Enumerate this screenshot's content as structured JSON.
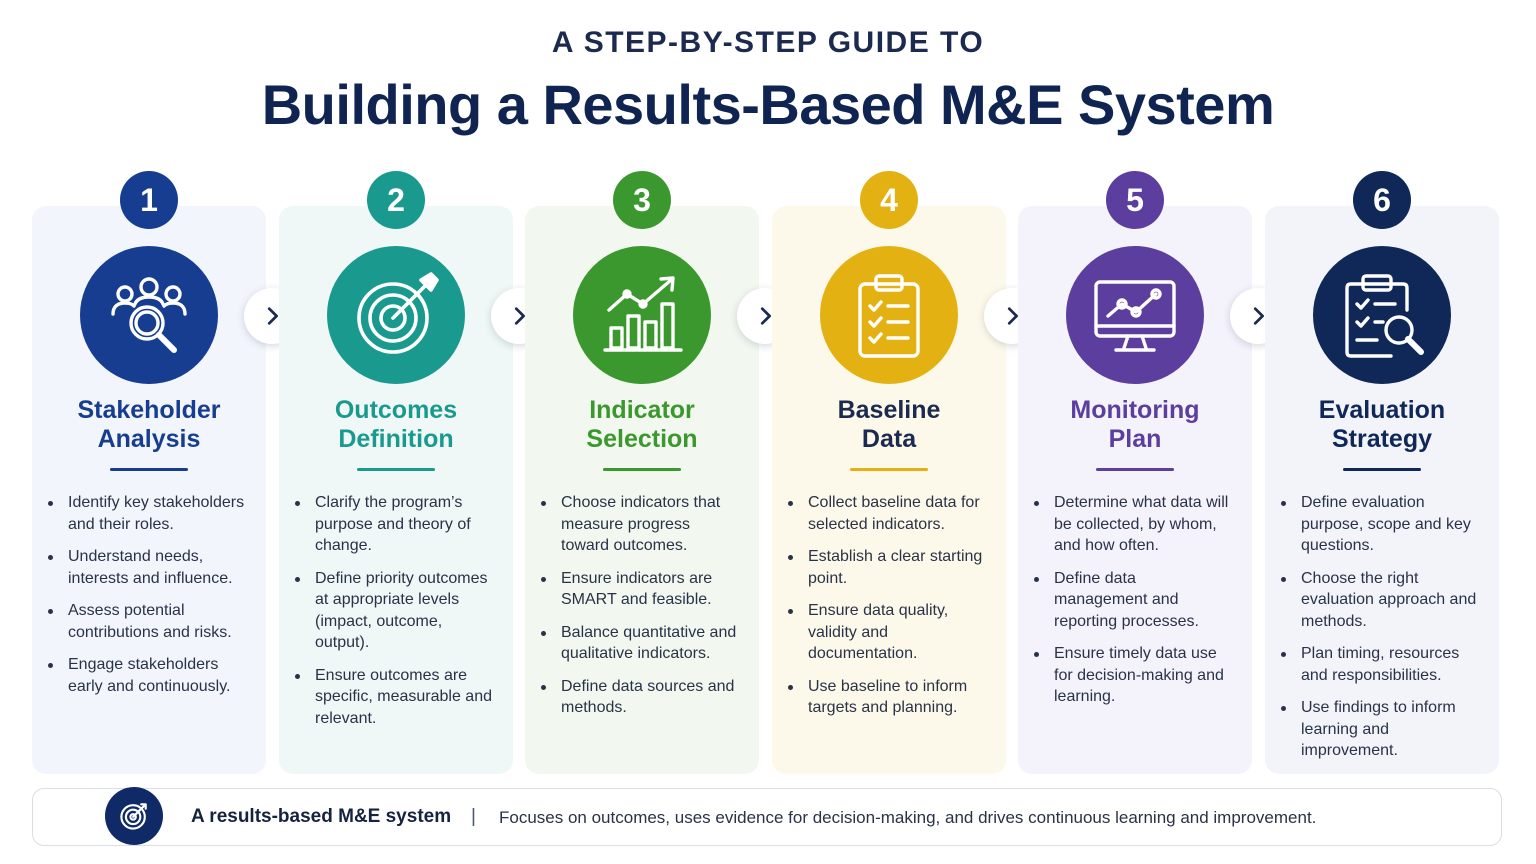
{
  "header": {
    "subtitle": "A STEP-BY-STEP GUIDE TO",
    "title": "Building a Results-Based M&E System"
  },
  "steps": [
    {
      "number": "1",
      "title_line1": "Stakeholder",
      "title_line2": "Analysis",
      "icon": "stakeholder-search-icon",
      "color": "#163d8f",
      "bg": "#f2f5fc",
      "bullets": [
        "Identify key stakeholders and their roles.",
        "Understand needs, interests and influence.",
        "Assess potential contributions and risks.",
        "Engage stakeholders early and continuously."
      ]
    },
    {
      "number": "2",
      "title_line1": "Outcomes",
      "title_line2": "Definition",
      "icon": "target-arrow-icon",
      "color": "#1a9a8e",
      "bg": "#eff8f6",
      "bullets": [
        "Clarify the program’s purpose and theory of change.",
        "Define priority outcomes at appropriate levels (impact, outcome, output).",
        "Ensure outcomes are specific, measurable and relevant."
      ]
    },
    {
      "number": "3",
      "title_line1": "Indicator",
      "title_line2": "Selection",
      "icon": "bar-chart-trend-icon",
      "color": "#3a982e",
      "bg": "#f2f8ef",
      "bullets": [
        "Choose indicators that measure progress toward outcomes.",
        "Ensure indicators are SMART and feasible.",
        "Balance quantitative and qualitative indicators.",
        "Define data sources and methods."
      ]
    },
    {
      "number": "4",
      "title_line1": "Baseline",
      "title_line2": "Data",
      "icon": "clipboard-checklist-icon",
      "color": "#e3b212",
      "bg": "#fdf9ea",
      "bullets": [
        "Collect baseline data for selected indicators.",
        "Establish a clear starting point.",
        "Ensure data quality, validity and documentation.",
        "Use baseline to inform targets and planning."
      ]
    },
    {
      "number": "5",
      "title_line1": "Monitoring",
      "title_line2": "Plan",
      "icon": "monitor-chart-icon",
      "color": "#5b3e9e",
      "bg": "#f4f2fb",
      "bullets": [
        "Determine what data will be collected, by whom, and how often.",
        "Define data management and reporting processes.",
        "Ensure timely data use for decision-making and learning."
      ]
    },
    {
      "number": "6",
      "title_line1": "Evaluation",
      "title_line2": "Strategy",
      "icon": "clipboard-search-icon",
      "color": "#102858",
      "bg": "#f2f4fa",
      "bullets": [
        "Define evaluation purpose, scope and key questions.",
        "Choose the right evaluation approach and methods.",
        "Plan timing, resources and responsibilities.",
        "Use findings to inform learning and improvement."
      ]
    }
  ],
  "footer": {
    "icon": "target-icon",
    "label": "A results-based M&E system",
    "separator": "|",
    "text": "Focuses on outcomes, uses evidence for decision-making, and drives continuous learning and improvement."
  }
}
